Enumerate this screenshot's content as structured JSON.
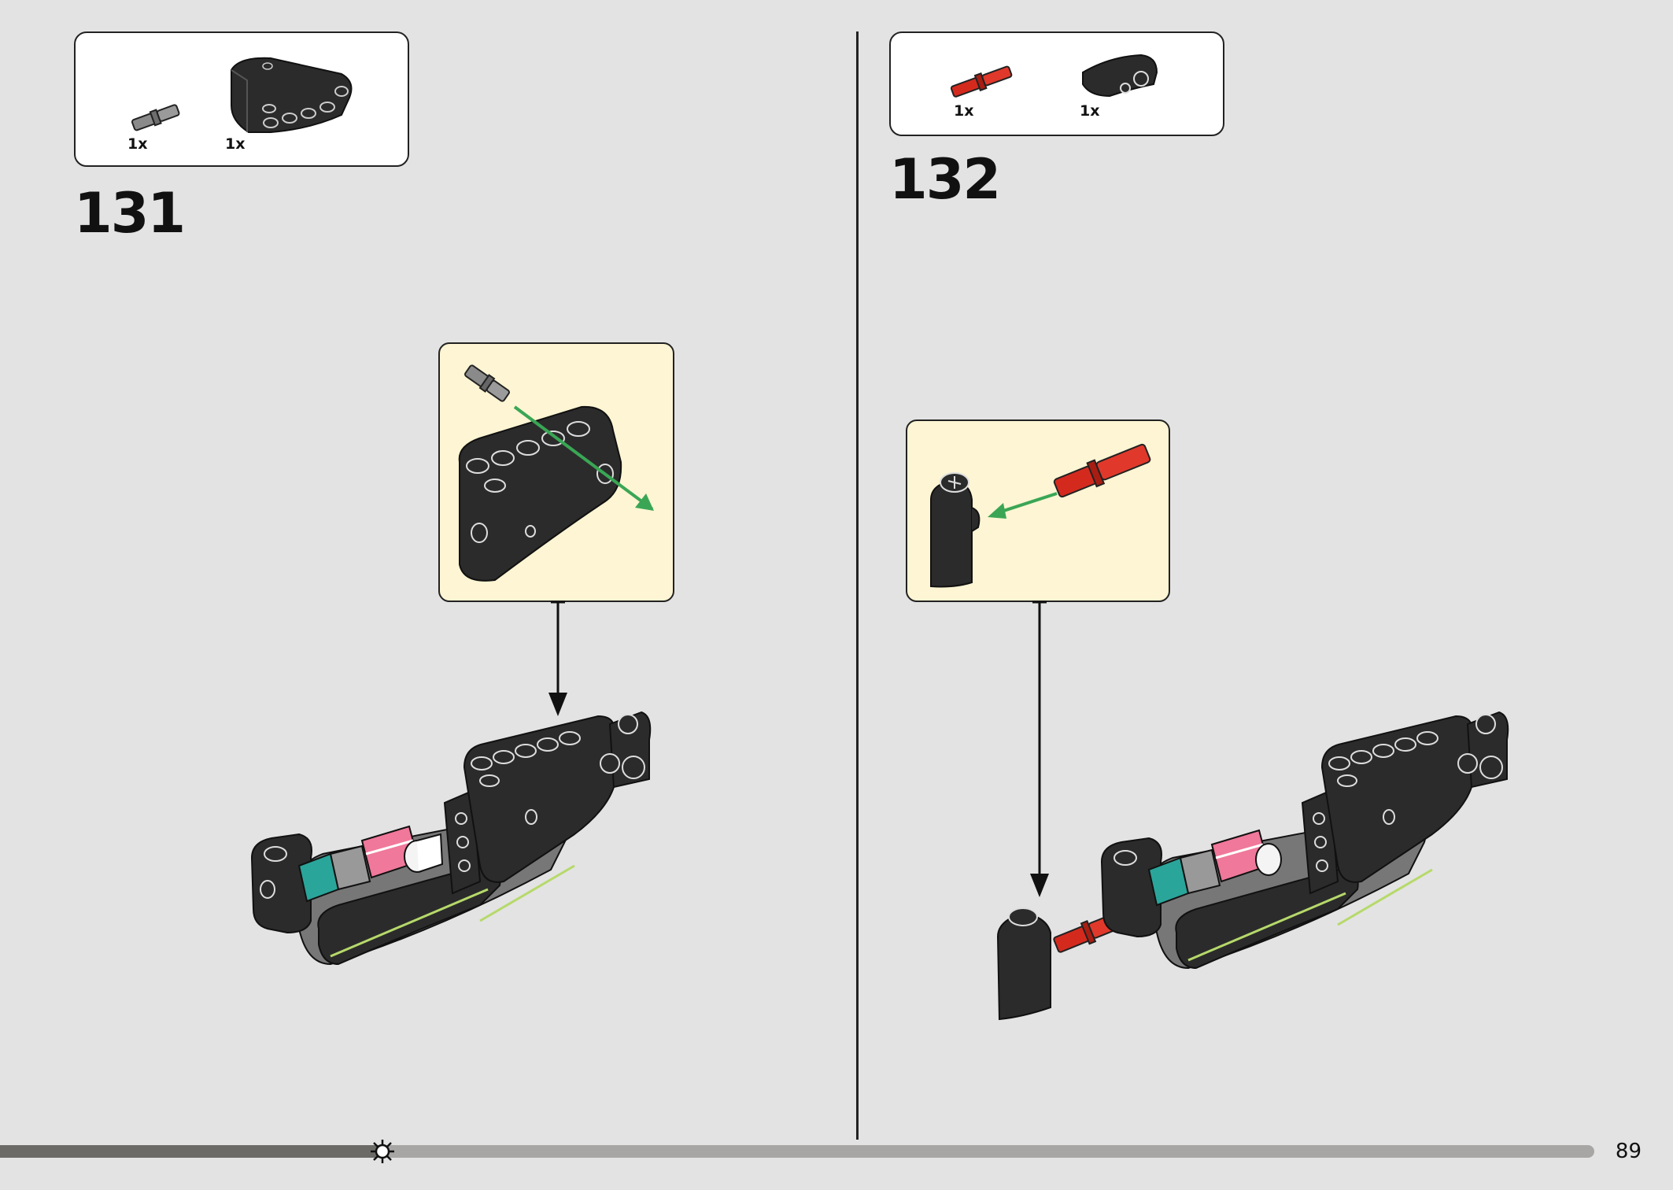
{
  "steps": [
    {
      "number": "131",
      "parts": [
        {
          "qty": "1x",
          "icon": "pin-connector-gray"
        },
        {
          "qty": "1x",
          "icon": "beam-panel-black"
        }
      ]
    },
    {
      "number": "132",
      "parts": [
        {
          "qty": "1x",
          "icon": "axle-pin-red"
        },
        {
          "qty": "1x",
          "icon": "curved-panel-black"
        }
      ]
    }
  ],
  "footer": {
    "page_number": "89",
    "progress": 0.24,
    "icon": "gear-sun-icon"
  },
  "colors": {
    "background": "#e3e3e3",
    "callout": "#fdf5d3",
    "arrow_green": "#3aa655",
    "red_part": "#d42a1e",
    "black_part": "#2b2b2b",
    "pink_part": "#f0789a",
    "teal_part": "#2aa59a",
    "lime_accent": "#b6d96a"
  }
}
